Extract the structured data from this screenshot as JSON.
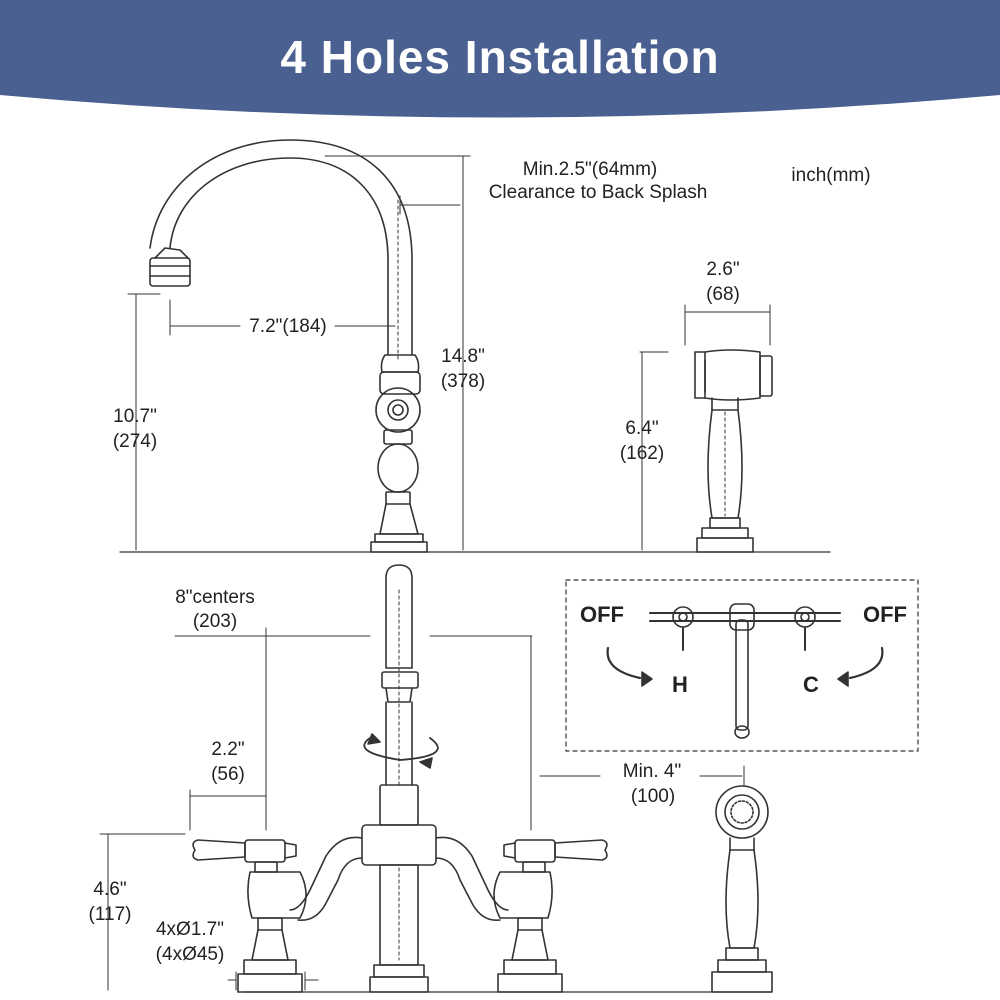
{
  "title": "4 Holes Installation",
  "colors": {
    "banner": "#4a6090",
    "line": "#333333",
    "text": "#222222"
  },
  "units": "inch(mm)",
  "top": {
    "clearance_line1": "Min.2.5\"(64mm)",
    "clearance_line2": "Clearance to Back Splash",
    "reach_label": "7.2\"(184)",
    "spout_height_in": "10.7\"",
    "spout_height_mm": "(274)",
    "overall_height_in": "14.8\"",
    "overall_height_mm": "(378)",
    "sprayer_width_in": "2.6\"",
    "sprayer_width_mm": "(68)",
    "sprayer_height_in": "6.4\"",
    "sprayer_height_mm": "(162)"
  },
  "bottom": {
    "centers_in": "8\"centers",
    "centers_mm": "(203)",
    "handle_reach_in": "2.2\"",
    "handle_reach_mm": "(56)",
    "sprayer_dist_in": "Min. 4\"",
    "sprayer_dist_mm": "(100)",
    "handle_height_in": "4.6\"",
    "handle_height_mm": "(117)",
    "hole_in": "4xØ1.7\"",
    "hole_mm": "(4xØ45)"
  },
  "inset": {
    "off_left": "OFF",
    "off_right": "OFF",
    "hot": "H",
    "cold": "C"
  }
}
